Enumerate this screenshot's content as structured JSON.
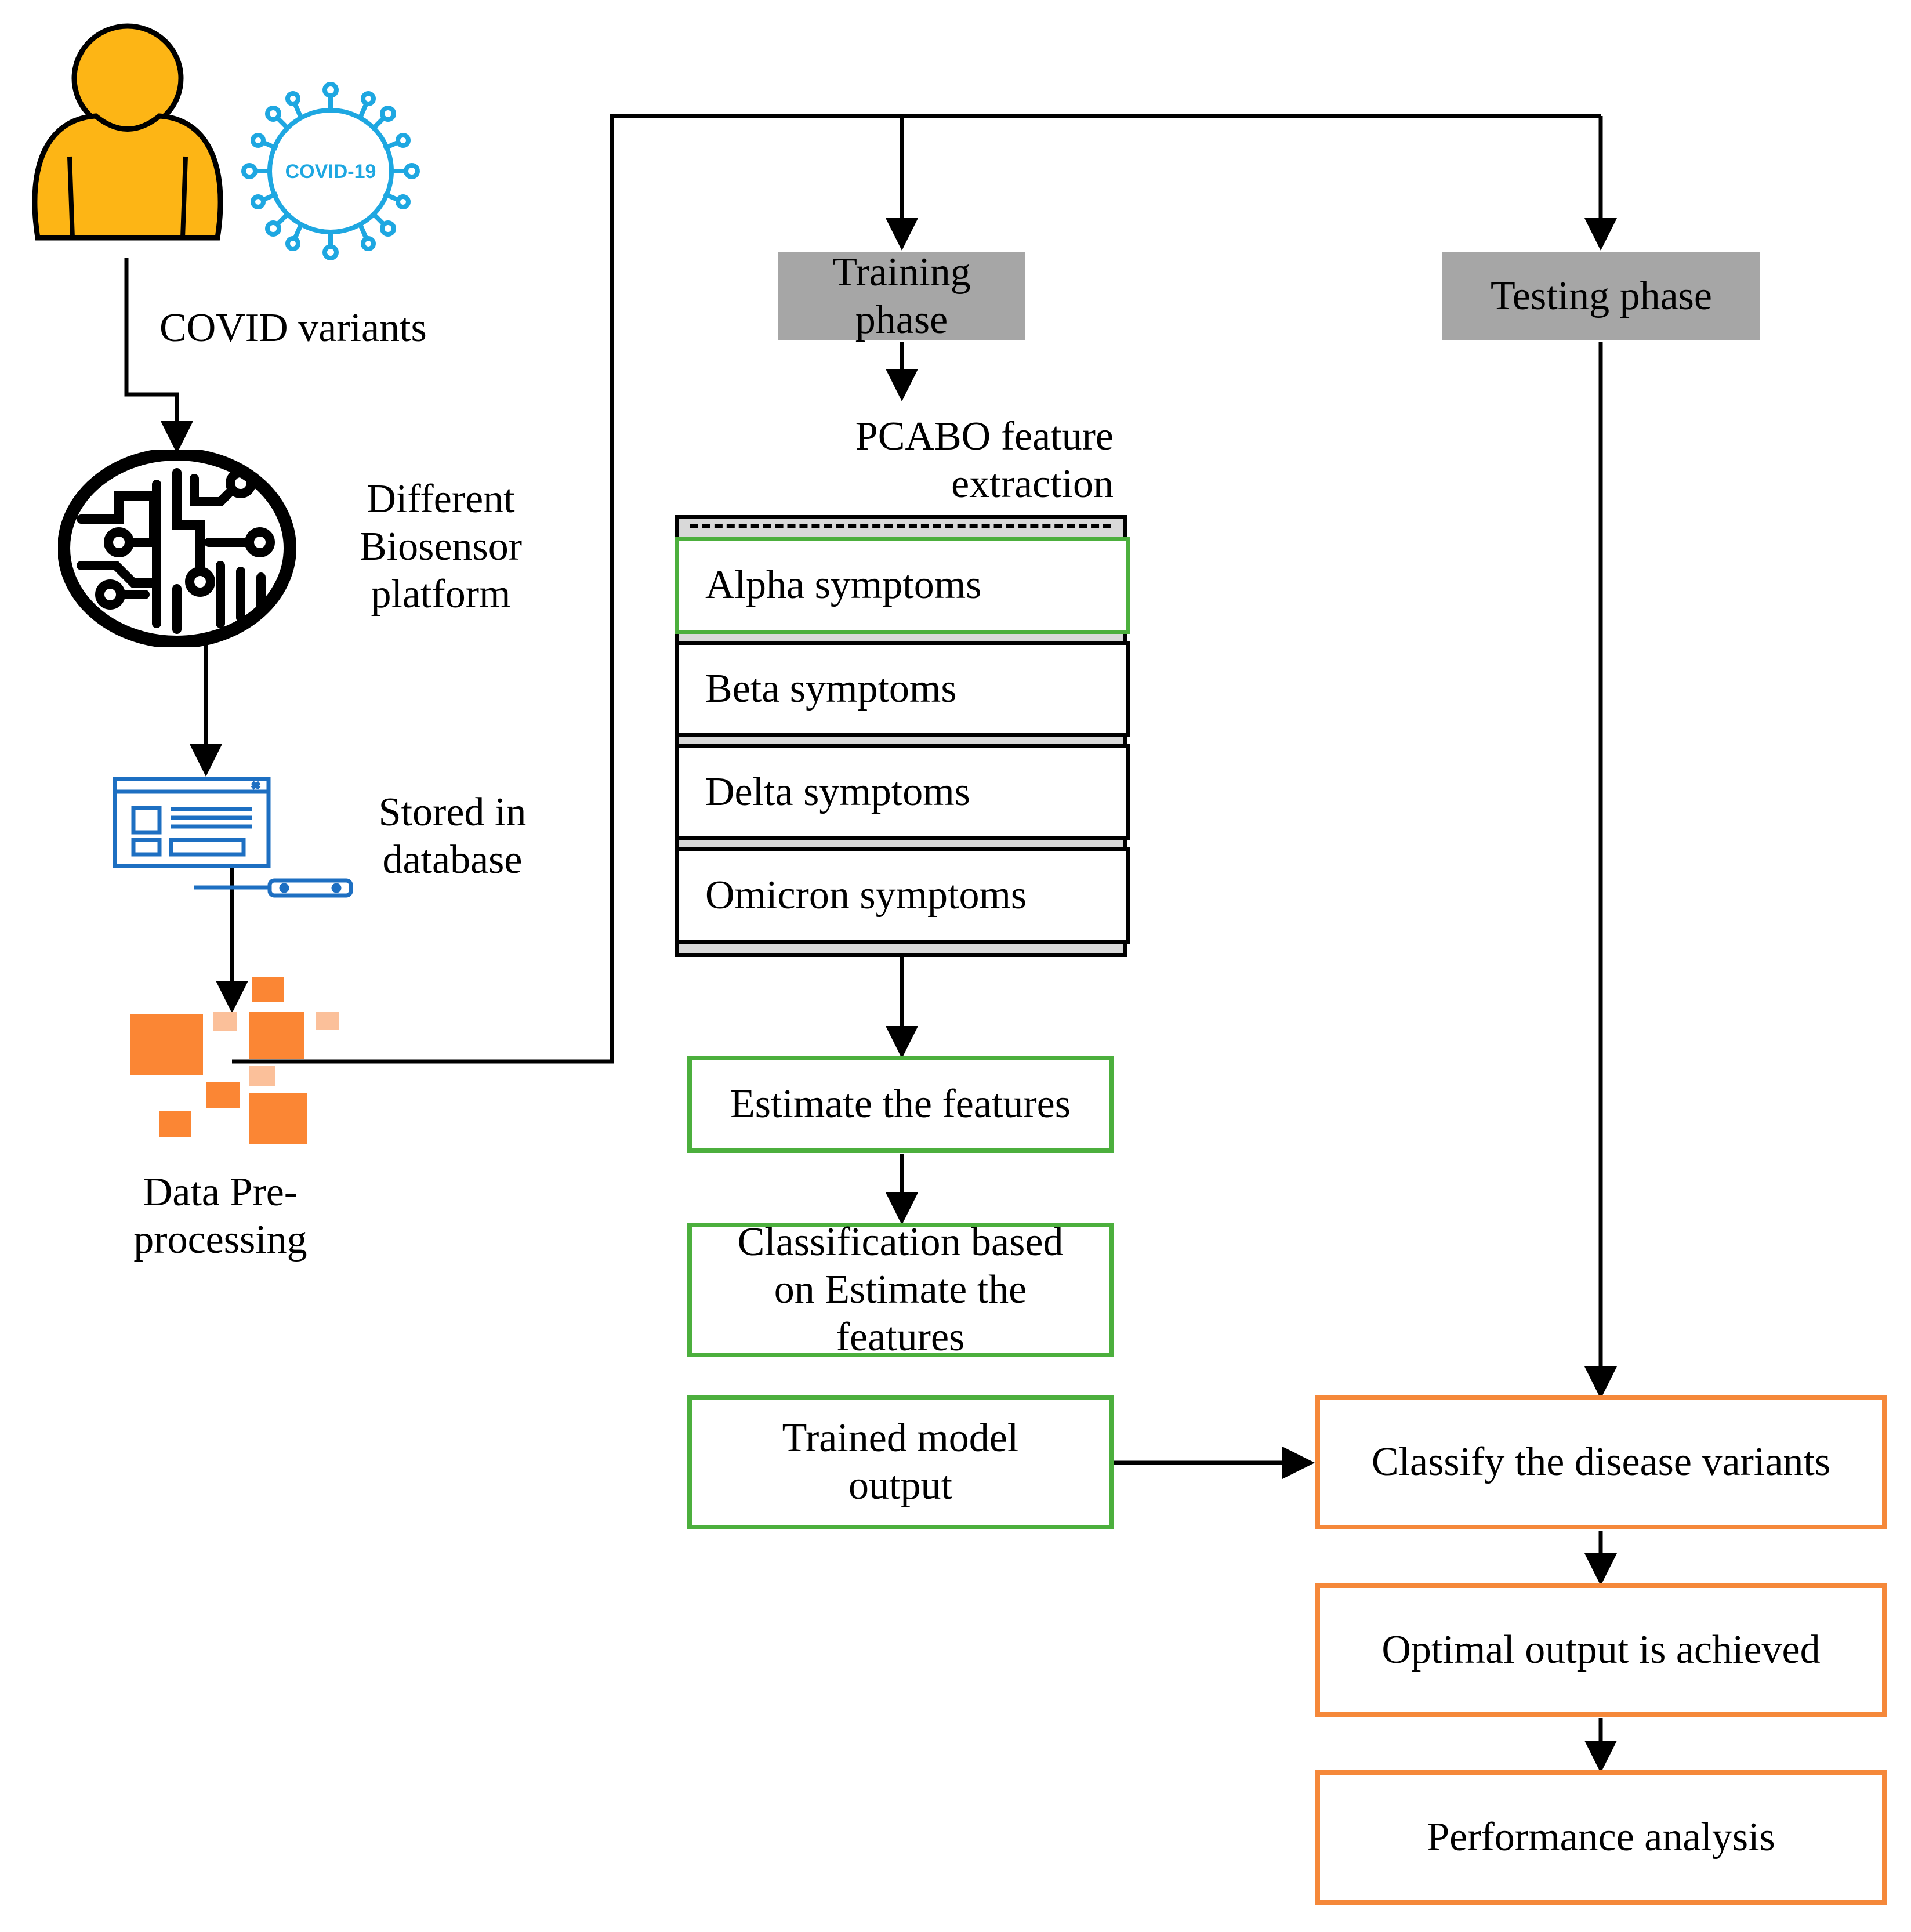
{
  "left_column": {
    "person_icon": "person-icon",
    "virus_icon": "coronavirus-icon",
    "virus_label": "COVID-19",
    "covid_variants": "COVID variants",
    "biosensor_icon": "circuit-chip-icon",
    "biosensor_label": [
      "Different",
      "Biosensor",
      "platform"
    ],
    "database_icon": "browser-window-icon",
    "database_label": [
      "Stored in",
      "database"
    ],
    "preprocessing_icon": "pixel-squares-icon",
    "preprocessing_label": [
      "Data Pre-",
      "processing"
    ]
  },
  "training": {
    "phase_label": [
      "Training",
      "phase"
    ],
    "feature_label": [
      "PCABO feature",
      "extraction"
    ],
    "symptoms": [
      "Alpha symptoms",
      "Beta symptoms",
      "Delta symptoms",
      "Omicron symptoms"
    ],
    "estimate": "Estimate the features",
    "classification": [
      "Classification based",
      "on Estimate the",
      "features"
    ],
    "trained_output": [
      "Trained model",
      "output"
    ]
  },
  "testing": {
    "phase_label": "Testing phase",
    "classify": "Classify the disease variants",
    "optimal": "Optimal output is achieved",
    "performance": "Performance analysis"
  },
  "colors": {
    "green_border": "#4caf3d",
    "orange_border": "#f5883a",
    "gray_fill": "#a6a6a6",
    "person_fill": "#fdb515",
    "virus_blue": "#1ea7e1",
    "database_blue": "#1d6fc2",
    "preprocess_orange": "#fb8634",
    "preprocess_light": "#fbc09a"
  }
}
